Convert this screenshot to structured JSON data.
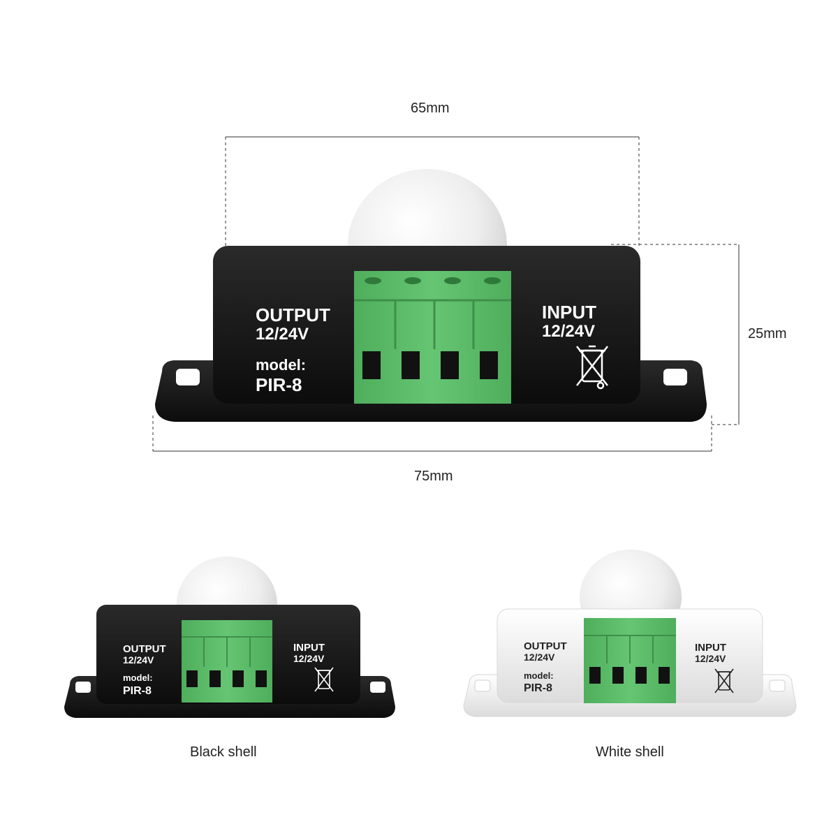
{
  "dimensions": {
    "top_width": "65mm",
    "height": "25mm",
    "bottom_width": "75mm"
  },
  "device": {
    "output_label": "OUTPUT",
    "output_voltage": "12/24V",
    "model_label": "model:",
    "model_name": "PIR-8",
    "input_label": "INPUT",
    "input_voltage": "12/24V",
    "recycle_icon": "crossed-out-bin-icon"
  },
  "variants": [
    {
      "caption": "Black shell",
      "shell_color": "#151515",
      "text_color": "#ffffff"
    },
    {
      "caption": "White shell",
      "shell_color": "#efefef",
      "text_color": "#222222"
    }
  ],
  "colors": {
    "terminal_green": "#5cbd6a",
    "dome": "#f2f2f2"
  }
}
